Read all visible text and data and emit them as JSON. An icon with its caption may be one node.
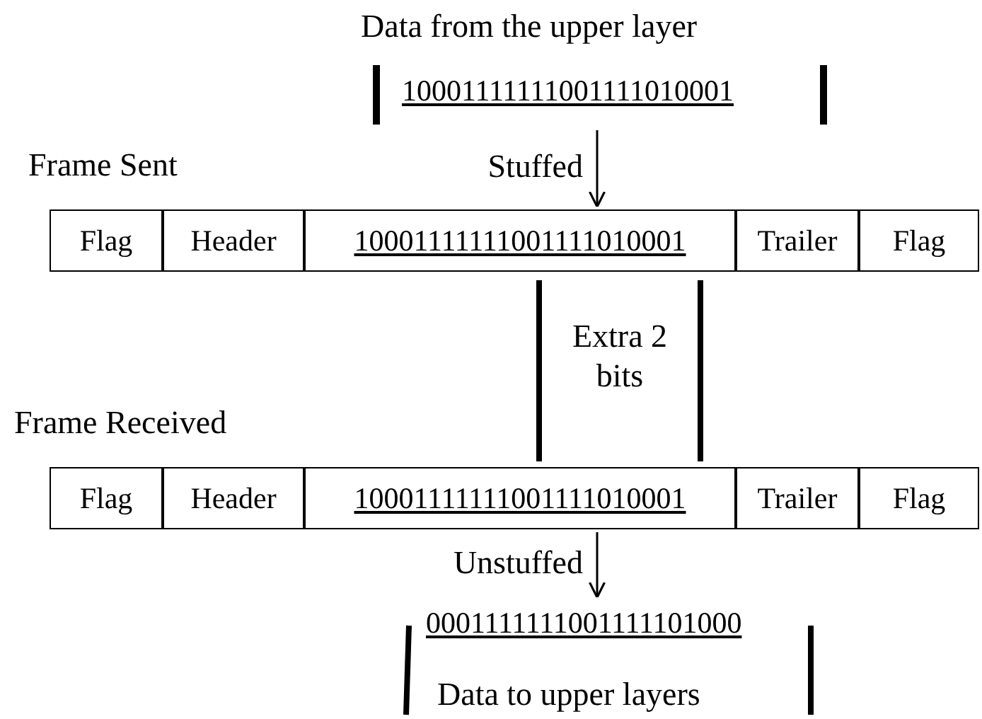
{
  "diagram": {
    "nodes": [
      {
        "text": [
          "Data from the upper layer",
          "10001111111001111010001"
        ]
      },
      {
        "text": [
          "Flag"
        ]
      },
      {
        "text": [
          "Header"
        ]
      },
      {
        "text": [
          "10001111111001111010001"
        ]
      },
      {
        "text": [
          "Trailer"
        ]
      },
      {
        "text": [
          "Flag"
        ]
      },
      {
        "text": [
          "Flag"
        ]
      },
      {
        "text": [
          "Header"
        ]
      },
      {
        "text": [
          "10001111111001111010001"
        ]
      },
      {
        "text": [
          "Trailer"
        ]
      },
      {
        "text": [
          "Flag"
        ]
      },
      {
        "text": [
          "0001111111001111101000",
          "Data to upper layers"
        ]
      }
    ],
    "edges": [
      {
        "from": 0,
        "to": 3,
        "arrow": "to",
        "label": "Stuffed"
      },
      {
        "from": 8,
        "to": 11,
        "arrow": "to",
        "label": "Unstuffed"
      }
    ],
    "labels": [
      "Frame Sent",
      "Extra 2 bits",
      "Frame Received"
    ]
  }
}
